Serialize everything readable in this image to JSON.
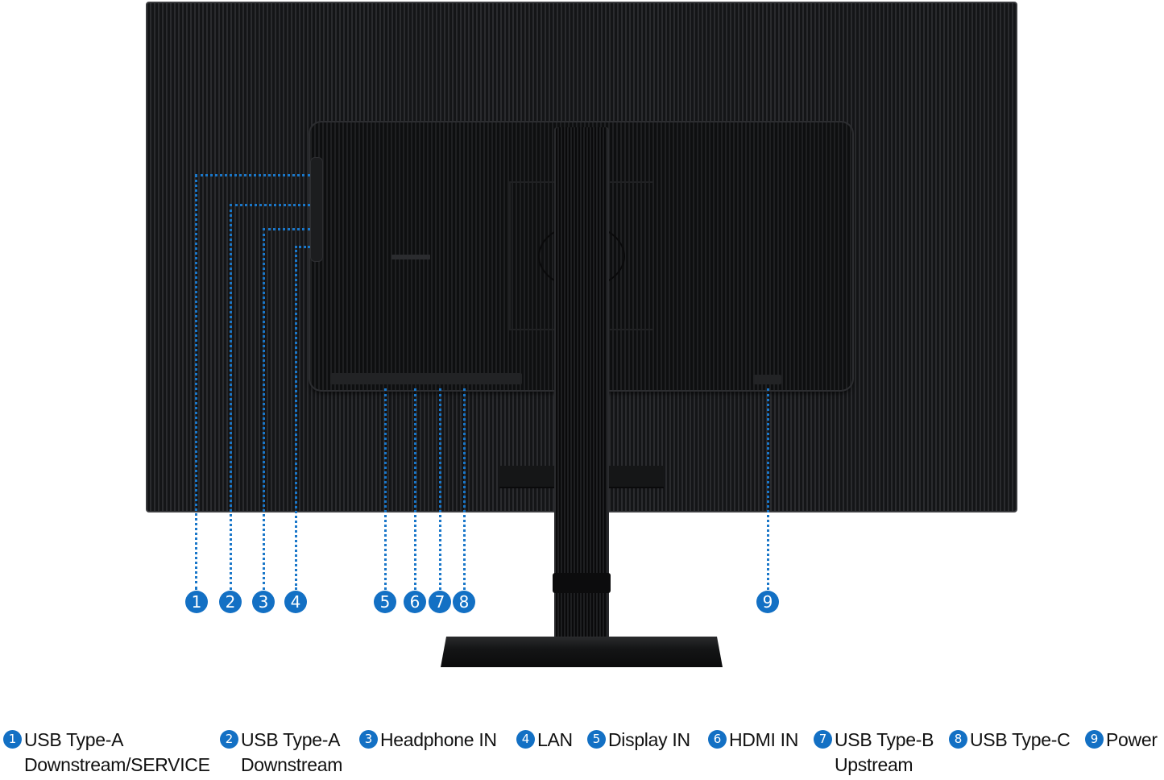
{
  "figure": {
    "subject": "Monitor rear view with port callouts",
    "accent_color": "#1370c4"
  },
  "ports": [
    {
      "num": "1",
      "label": "USB Type-A\nDownstream/SERVICE"
    },
    {
      "num": "2",
      "label": "USB Type-A\nDownstream"
    },
    {
      "num": "3",
      "label": "Headphone IN"
    },
    {
      "num": "4",
      "label": "LAN"
    },
    {
      "num": "5",
      "label": "Display IN"
    },
    {
      "num": "6",
      "label": "HDMI IN"
    },
    {
      "num": "7",
      "label": "USB Type-B\nUpstream"
    },
    {
      "num": "8",
      "label": "USB Type-C"
    },
    {
      "num": "9",
      "label": "Power"
    }
  ]
}
